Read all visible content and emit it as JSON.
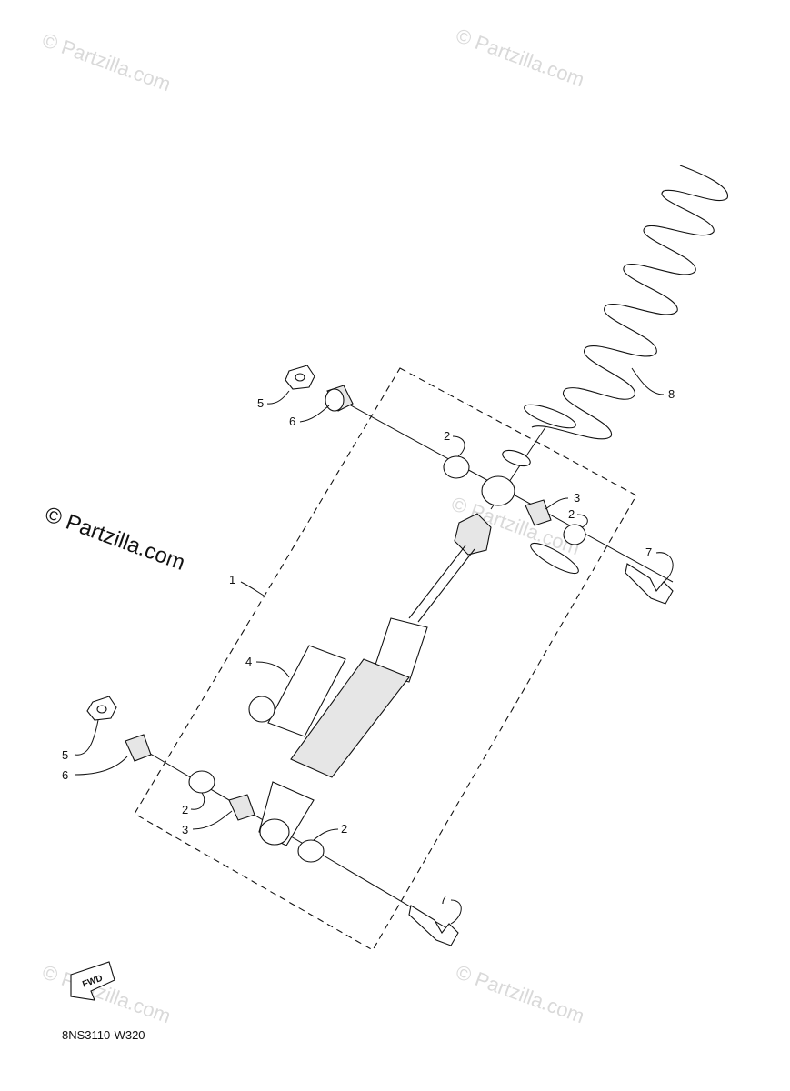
{
  "watermark": {
    "text": "© Partzilla.com",
    "small": "© Partzilla.com"
  },
  "logo": {
    "text": "© Partzilla.com"
  },
  "callouts": {
    "c1": "1",
    "c2a": "2",
    "c2b": "2",
    "c2c": "2",
    "c2d": "2",
    "c3a": "3",
    "c3b": "3",
    "c4": "4",
    "c5a": "5",
    "c5b": "5",
    "c6a": "6",
    "c6b": "6",
    "c7a": "7",
    "c7b": "7",
    "c8": "8"
  },
  "fwd_label": "FWD",
  "diagram_code": "8NS3110-W320",
  "icons": {
    "fwd": "fwd-arrow-icon"
  }
}
